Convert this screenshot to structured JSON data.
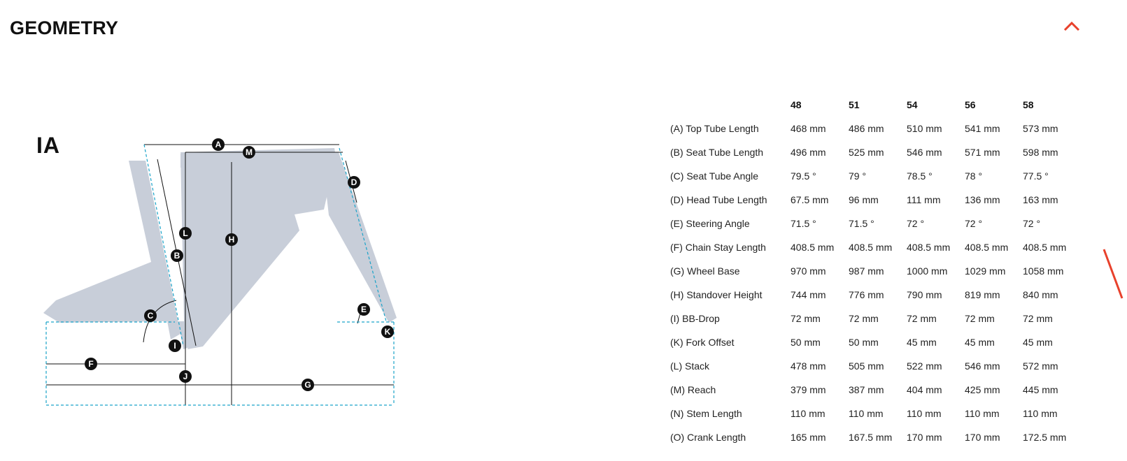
{
  "section": {
    "title": "GEOMETRY",
    "collapse_icon": "chevron-up-icon",
    "accent": "#e8412c"
  },
  "model": {
    "name": "IA"
  },
  "diagram": {
    "frame_color": "#c8ced9",
    "dim_color": "#1aa3c9",
    "markers": [
      "A",
      "B",
      "C",
      "D",
      "E",
      "F",
      "G",
      "H",
      "I",
      "J",
      "K",
      "L",
      "M"
    ]
  },
  "table": {
    "sizes": [
      "48",
      "51",
      "54",
      "56",
      "58"
    ],
    "rows": [
      {
        "label": "(A) Top Tube Length",
        "values": [
          "468 mm",
          "486 mm",
          "510 mm",
          "541 mm",
          "573 mm"
        ]
      },
      {
        "label": "(B) Seat Tube Length",
        "values": [
          "496 mm",
          "525 mm",
          "546 mm",
          "571 mm",
          "598 mm"
        ]
      },
      {
        "label": "(C) Seat Tube Angle",
        "values": [
          "79.5 °",
          "79 °",
          "78.5 °",
          "78 °",
          "77.5 °"
        ]
      },
      {
        "label": "(D) Head Tube Length",
        "values": [
          "67.5 mm",
          "96 mm",
          "111 mm",
          "136 mm",
          "163 mm"
        ]
      },
      {
        "label": "(E) Steering Angle",
        "values": [
          "71.5 °",
          "71.5 °",
          "72 °",
          "72 °",
          "72 °"
        ]
      },
      {
        "label": "(F) Chain Stay Length",
        "values": [
          "408.5 mm",
          "408.5 mm",
          "408.5 mm",
          "408.5 mm",
          "408.5 mm"
        ]
      },
      {
        "label": "(G) Wheel Base",
        "values": [
          "970 mm",
          "987 mm",
          "1000 mm",
          "1029 mm",
          "1058 mm"
        ]
      },
      {
        "label": "(H) Standover Height",
        "values": [
          "744 mm",
          "776 mm",
          "790 mm",
          "819 mm",
          "840 mm"
        ]
      },
      {
        "label": "(I) BB-Drop",
        "values": [
          "72 mm",
          "72 mm",
          "72 mm",
          "72 mm",
          "72 mm"
        ]
      },
      {
        "label": "(K) Fork Offset",
        "values": [
          "50 mm",
          "50 mm",
          "45 mm",
          "45 mm",
          "45 mm"
        ]
      },
      {
        "label": "(L) Stack",
        "values": [
          "478 mm",
          "505 mm",
          "522 mm",
          "546 mm",
          "572 mm"
        ]
      },
      {
        "label": "(M) Reach",
        "values": [
          "379 mm",
          "387 mm",
          "404 mm",
          "425 mm",
          "445 mm"
        ]
      },
      {
        "label": "(N) Stem Length",
        "values": [
          "110 mm",
          "110 mm",
          "110 mm",
          "110 mm",
          "110 mm"
        ]
      },
      {
        "label": "(O) Crank Length",
        "values": [
          "165 mm",
          "167.5 mm",
          "170 mm",
          "170 mm",
          "172.5 mm"
        ]
      }
    ]
  }
}
